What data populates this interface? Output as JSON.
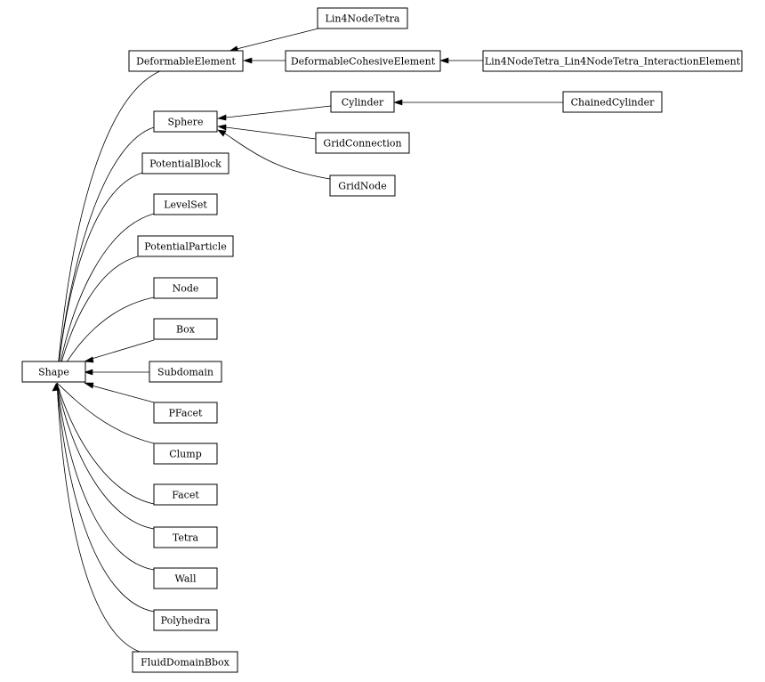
{
  "diagram": {
    "type": "class-inheritance-graph",
    "nodes": {
      "shape": "Shape",
      "deformable_element": "DeformableElement",
      "lin4_node_tetra": "Lin4NodeTetra",
      "deformable_cohesive_element": "DeformableCohesiveElement",
      "lin4_interaction_element": "Lin4NodeTetra_Lin4NodeTetra_InteractionElement",
      "sphere": "Sphere",
      "cylinder": "Cylinder",
      "chained_cylinder": "ChainedCylinder",
      "grid_connection": "GridConnection",
      "grid_node": "GridNode",
      "potential_block": "PotentialBlock",
      "level_set": "LevelSet",
      "potential_particle": "PotentialParticle",
      "node": "Node",
      "box": "Box",
      "subdomain": "Subdomain",
      "pfacet": "PFacet",
      "clump": "Clump",
      "facet": "Facet",
      "tetra": "Tetra",
      "wall": "Wall",
      "polyhedra": "Polyhedra",
      "fluid_domain_bbox": "FluidDomainBbox"
    },
    "edges": [
      {
        "child": "lin4_node_tetra",
        "parent": "deformable_element"
      },
      {
        "child": "deformable_cohesive_element",
        "parent": "deformable_element"
      },
      {
        "child": "lin4_interaction_element",
        "parent": "deformable_cohesive_element"
      },
      {
        "child": "cylinder",
        "parent": "sphere"
      },
      {
        "child": "chained_cylinder",
        "parent": "cylinder"
      },
      {
        "child": "grid_connection",
        "parent": "sphere"
      },
      {
        "child": "grid_node",
        "parent": "sphere"
      },
      {
        "child": "deformable_element",
        "parent": "shape"
      },
      {
        "child": "sphere",
        "parent": "shape"
      },
      {
        "child": "potential_block",
        "parent": "shape"
      },
      {
        "child": "level_set",
        "parent": "shape"
      },
      {
        "child": "potential_particle",
        "parent": "shape"
      },
      {
        "child": "node",
        "parent": "shape"
      },
      {
        "child": "box",
        "parent": "shape"
      },
      {
        "child": "subdomain",
        "parent": "shape"
      },
      {
        "child": "pfacet",
        "parent": "shape"
      },
      {
        "child": "clump",
        "parent": "shape"
      },
      {
        "child": "facet",
        "parent": "shape"
      },
      {
        "child": "tetra",
        "parent": "shape"
      },
      {
        "child": "wall",
        "parent": "shape"
      },
      {
        "child": "polyhedra",
        "parent": "shape"
      },
      {
        "child": "fluid_domain_bbox",
        "parent": "shape"
      }
    ]
  }
}
